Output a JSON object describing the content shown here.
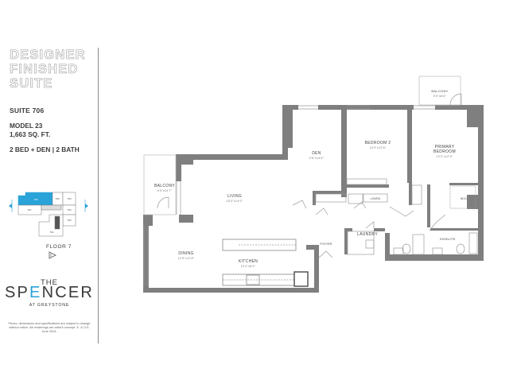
{
  "sidebar": {
    "hero_lines": [
      "DESIGNER",
      "FINISHED",
      "SUITE"
    ],
    "suite": "SUITE 706",
    "model": "MODEL 23",
    "area": "1,663  SQ. FT.",
    "configuration": "2 BED + DEN  |  2 BATH",
    "key_plan": {
      "floor_label": "FLOOR 7",
      "highlight_color": "#2aa3d8",
      "highlighted_unit": "706",
      "units": [
        "706",
        "705",
        "704",
        "703",
        "702",
        "701",
        "707",
        "708"
      ]
    },
    "brand": {
      "the": "THE",
      "name_prefix": "SP",
      "name_accent": "E",
      "name_suffix": "NCER",
      "tagline": "AT GREYSTONE",
      "accent_color": "#2aa3d8"
    },
    "disclaimer": "Prices, dimensions and specifications are subject to change without notice. All renderings are artist's concept. E. & O.E. June 2024."
  },
  "floorplan": {
    "wall_color": "#7f7f80",
    "rooms": [
      {
        "name": "BALCONY",
        "dims": "6'0\"x10'7\""
      },
      {
        "name": "LIVING",
        "dims": "18'3\"x14'0\""
      },
      {
        "name": "DINING",
        "dims": "12'9\"x11'8\""
      },
      {
        "name": "KITCHEN",
        "dims": "10'4\"x8'6\""
      },
      {
        "name": "DEN",
        "dims": "9'8\"x14'6\""
      },
      {
        "name": "BEDROOM 2",
        "dims": "10'9\"x12'6\""
      },
      {
        "name": "BALCONY",
        "dims": "9'9\"x6'6\""
      },
      {
        "name": "PRIMARY\nBEDROOM",
        "dims": "13'2\"x12'9\""
      },
      {
        "name": "W/C",
        "dims": ""
      },
      {
        "name": "LINEN",
        "dims": ""
      },
      {
        "name": "LAUNDRY",
        "dims": ""
      },
      {
        "name": "FOYER",
        "dims": ""
      },
      {
        "name": "ENSUITE",
        "dims": ""
      }
    ]
  }
}
